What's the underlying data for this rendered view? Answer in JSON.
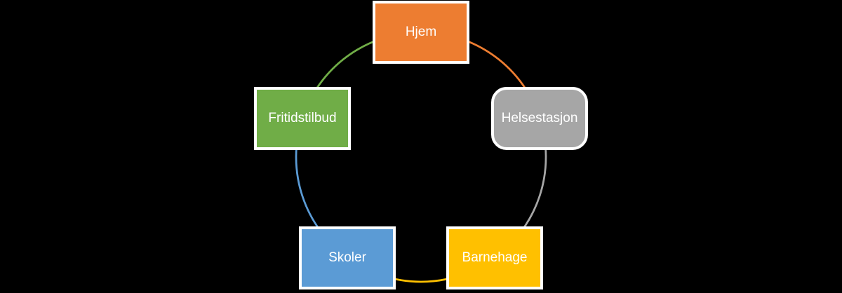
{
  "diagram": {
    "type": "cycle",
    "background_color": "#000000",
    "node_border_color": "#FFFFFF",
    "node_text_color": "#FFFFFF",
    "nodes": [
      {
        "id": "hjem",
        "label": "Hjem",
        "color": "#ED7D31",
        "shape": "rectangle",
        "position": "top"
      },
      {
        "id": "helsestasjon",
        "label": "Helsestasjon",
        "color": "#A6A6A6",
        "shape": "rounded-rectangle",
        "position": "upper-right"
      },
      {
        "id": "barnehage",
        "label": "Barnehage",
        "color": "#FFC000",
        "shape": "rectangle",
        "position": "lower-right"
      },
      {
        "id": "skoler",
        "label": "Skoler",
        "color": "#5B9BD5",
        "shape": "rectangle",
        "position": "lower-left"
      },
      {
        "id": "fritidstilbud",
        "label": "Fritidstilbud",
        "color": "#70AD47",
        "shape": "rectangle",
        "position": "upper-left"
      }
    ],
    "connectors": [
      {
        "from": "hjem",
        "to": "helsestasjon",
        "color": "#ED7D31"
      },
      {
        "from": "helsestasjon",
        "to": "barnehage",
        "color": "#A6A6A6"
      },
      {
        "from": "barnehage",
        "to": "skoler",
        "color": "#FFC000"
      },
      {
        "from": "skoler",
        "to": "fritidstilbud",
        "color": "#5B9BD5"
      },
      {
        "from": "fritidstilbud",
        "to": "hjem",
        "color": "#70AD47"
      }
    ]
  }
}
